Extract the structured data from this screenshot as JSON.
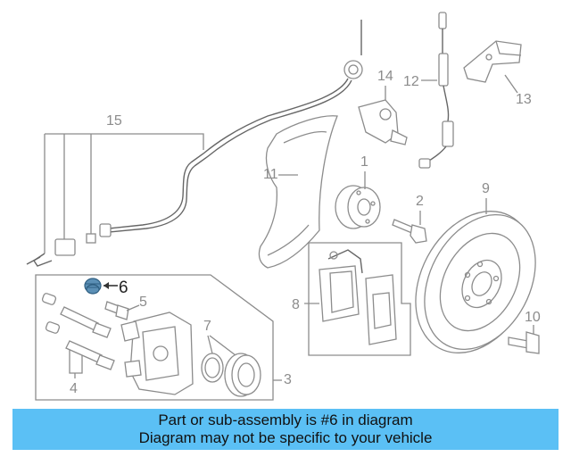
{
  "callouts": {
    "c1": "1",
    "c2": "2",
    "c3": "3",
    "c4": "4",
    "c5": "5",
    "c6": "6",
    "c7": "7",
    "c8": "8",
    "c9": "9",
    "c10": "10",
    "c11": "11",
    "c12": "12",
    "c13": "13",
    "c14": "14",
    "c15": "15"
  },
  "highlight_color": "#5b8fb5",
  "footer": {
    "background": "#5bc0f5",
    "line1": "Part or sub-assembly is #6 in diagram",
    "line2": "Diagram may not be specific to your vehicle"
  }
}
